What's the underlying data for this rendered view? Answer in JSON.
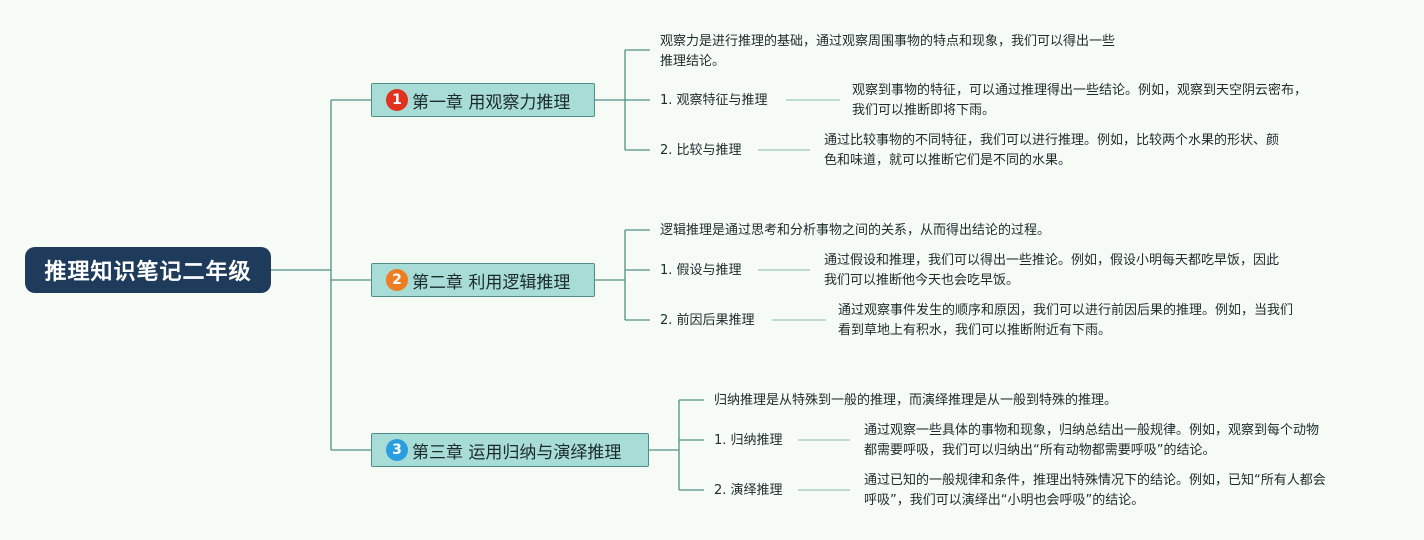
{
  "root": {
    "title": "推理知识笔记二年级"
  },
  "chapters": [
    {
      "number": "1",
      "badge_color": "#e0321f",
      "title": "第一章 用观察力推理",
      "intro": [
        "观察力是进行推理的基础，通过观察周围事物的特点和现象，我们可以得出一些",
        "推理结论。"
      ],
      "items": [
        {
          "label": "1. 观察特征与推理",
          "desc": [
            "观察到事物的特征，可以通过推理得出一些结论。例如，观察到天空阴云密布，",
            "我们可以推断即将下雨。"
          ]
        },
        {
          "label": "2. 比较与推理",
          "desc": [
            "通过比较事物的不同特征，我们可以进行推理。例如，比较两个水果的形状、颜",
            "色和味道，就可以推断它们是不同的水果。"
          ]
        }
      ]
    },
    {
      "number": "2",
      "badge_color": "#ef7d22",
      "title": "第二章 利用逻辑推理",
      "intro": [
        "逻辑推理是通过思考和分析事物之间的关系，从而得出结论的过程。"
      ],
      "items": [
        {
          "label": "1. 假设与推理",
          "desc": [
            "通过假设和推理，我们可以得出一些推论。例如，假设小明每天都吃早饭，因此",
            "我们可以推断他今天也会吃早饭。"
          ]
        },
        {
          "label": "2. 前因后果推理",
          "desc": [
            "通过观察事件发生的顺序和原因，我们可以进行前因后果的推理。例如，当我们",
            "看到草地上有积水，我们可以推断附近有下雨。"
          ]
        }
      ]
    },
    {
      "number": "3",
      "badge_color": "#2a9de0",
      "title": "第三章 运用归纳与演绎推理",
      "intro": [
        "归纳推理是从特殊到一般的推理，而演绎推理是从一般到特殊的推理。"
      ],
      "items": [
        {
          "label": "1. 归纳推理",
          "desc": [
            "通过观察一些具体的事物和现象，归纳总结出一般规律。例如，观察到每个动物",
            "都需要呼吸，我们可以归纳出“所有动物都需要呼吸”的结论。"
          ]
        },
        {
          "label": "2. 演绎推理",
          "desc": [
            "通过已知的一般规律和条件，推理出特殊情况下的结论。例如，已知“所有人都会",
            "呼吸”，我们可以演绎出“小明也会呼吸”的结论。"
          ]
        }
      ]
    }
  ]
}
